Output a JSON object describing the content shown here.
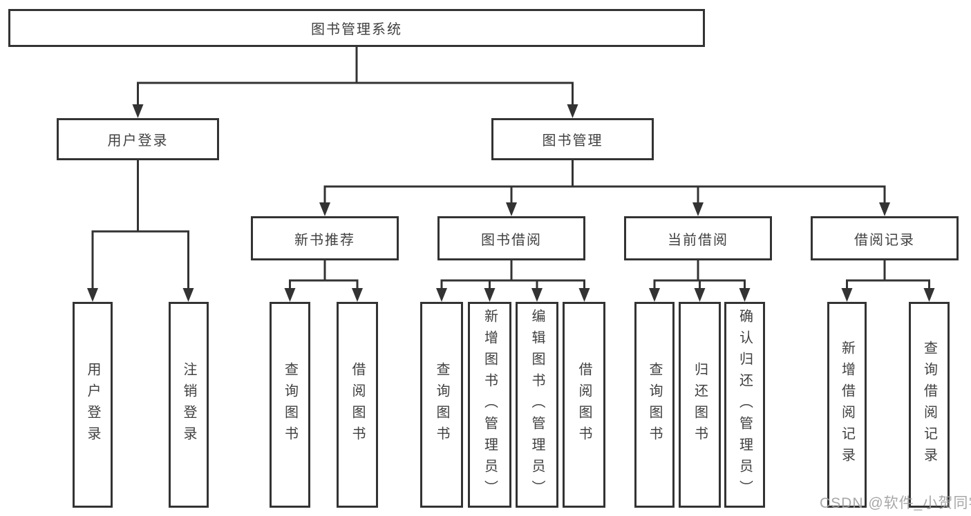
{
  "colors": {
    "line": "#333333",
    "box_border": "#333333",
    "box_background": "#ffffff",
    "text": "#404040",
    "watermark": "#a0a0a0",
    "page_background": "#ffffff"
  },
  "watermark": {
    "text": "CSDN @软件_小贺同学"
  },
  "tree": {
    "label": "图书管理系统",
    "children": [
      {
        "label": "用户登录",
        "children": [
          {
            "label": "用户登录"
          },
          {
            "label": "注销登录"
          }
        ]
      },
      {
        "label": "图书管理",
        "children": [
          {
            "label": "新书推荐",
            "children": [
              {
                "label": "查询图书"
              },
              {
                "label": "借阅图书"
              }
            ]
          },
          {
            "label": "图书借阅",
            "children": [
              {
                "label": "查询图书"
              },
              {
                "label": "新增图书（管理员）"
              },
              {
                "label": "编辑图书（管理员）"
              },
              {
                "label": "借阅图书"
              }
            ]
          },
          {
            "label": "当前借阅",
            "children": [
              {
                "label": "查询图书"
              },
              {
                "label": "归还图书"
              },
              {
                "label": "确认归还（管理员）"
              }
            ]
          },
          {
            "label": "借阅记录",
            "children": [
              {
                "label": "新增借阅记录"
              },
              {
                "label": "查询借阅记录"
              }
            ]
          }
        ]
      }
    ]
  }
}
